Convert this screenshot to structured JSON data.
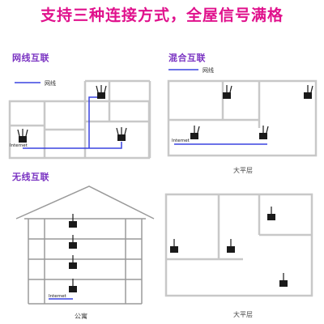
{
  "headline": "支持三种连接方式，全屋信号满格",
  "sections": {
    "wired": {
      "title": "网线互联",
      "legend_label": "网线",
      "internet_label": "Internet"
    },
    "hybrid": {
      "title": "混合互联",
      "legend_label": "网线",
      "internet_label": "Internet",
      "caption": "大平层"
    },
    "wireless_apartment": {
      "title": "无线互联",
      "internet_label": "Internet",
      "caption": "公寓"
    },
    "wireless_flat": {
      "caption": "大平层"
    }
  },
  "colors": {
    "headline": "#e0118c",
    "section_title": "#7a33c2",
    "cable": "#3a43e0",
    "signal": "#4a5ad8",
    "wall": "#c8c8c8"
  }
}
